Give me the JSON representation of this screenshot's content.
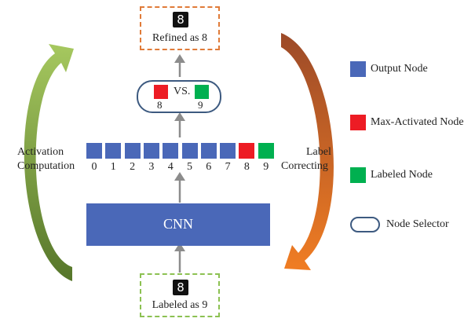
{
  "top_box": {
    "label": "Refined as 8"
  },
  "bottom_box": {
    "label": "Labeled as 9"
  },
  "digit_glyph": "8",
  "selector": {
    "left_label": "8",
    "right_label": "9",
    "vs_label": "VS."
  },
  "output_nodes": {
    "indices": [
      "0",
      "1",
      "2",
      "3",
      "4",
      "5",
      "6",
      "7",
      "8",
      "9"
    ],
    "max_activated_index": 8,
    "labeled_index": 9
  },
  "side_labels": {
    "left_line1": "Activation",
    "left_line2": "Computation",
    "right_line1": "Label",
    "right_line2": "Correcting"
  },
  "cnn": {
    "label": "CNN"
  },
  "legend": [
    {
      "icon": "output-node-swatch",
      "label": "Output Node"
    },
    {
      "icon": "max-activated-node-swatch",
      "label": "Max-Activated Node"
    },
    {
      "icon": "labeled-node-swatch",
      "label": "Labeled Node"
    },
    {
      "icon": "node-selector-swatch",
      "label": "Node Selector"
    }
  ],
  "colors": {
    "output_node": "#4a68b8",
    "max_activated": "#ed1c24",
    "labeled": "#00b050",
    "cnn": "#4a68b8",
    "top_box_border": "#e07b39",
    "bottom_box_border": "#8cc152",
    "selector_border": "#3d5a80",
    "arrow_gray": "#8c8c8c",
    "left_arrow_light": "#9bbb59",
    "left_arrow_dark": "#5a7a2a",
    "right_arrow_dark": "#a0522d",
    "right_arrow_light": "#e87722"
  }
}
